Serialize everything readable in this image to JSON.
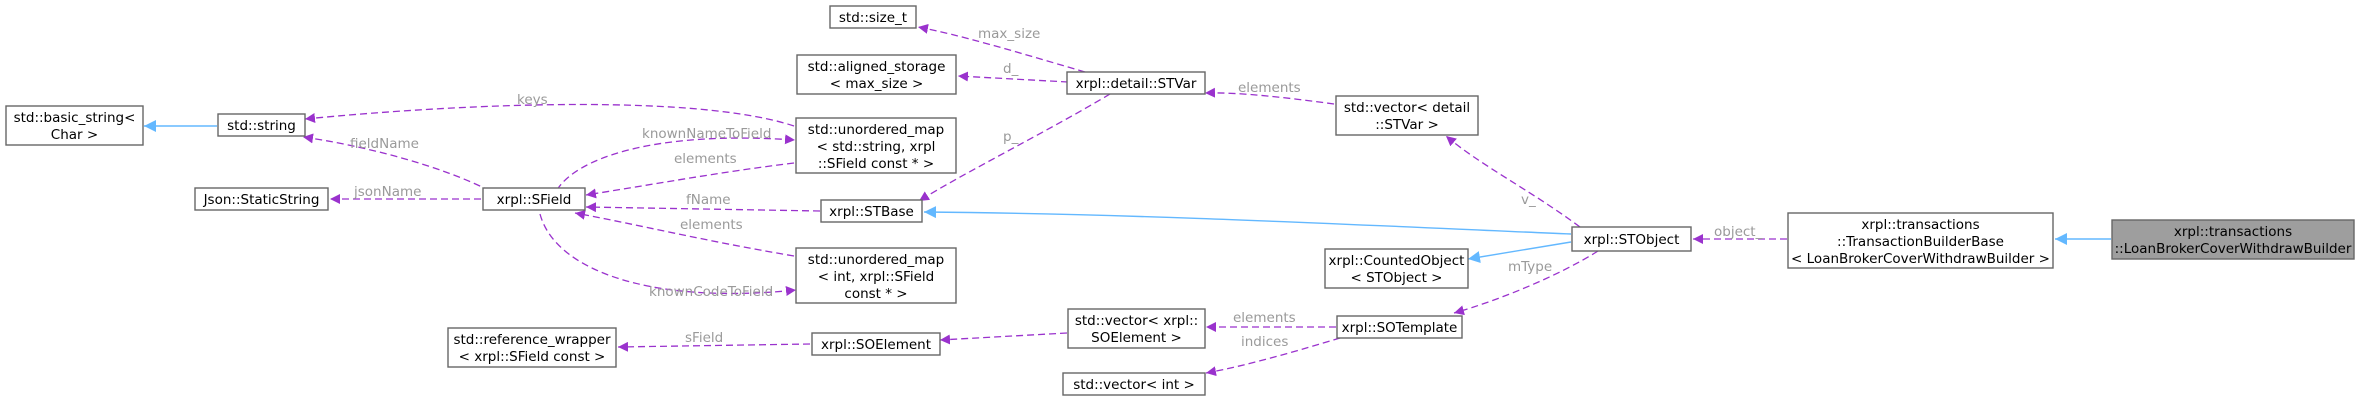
{
  "nodes": {
    "basic_string": [
      "std::basic_string<",
      "Char >"
    ],
    "string": [
      "std::string"
    ],
    "json_staticstring": [
      "Json::StaticString"
    ],
    "sfield": [
      "xrpl::SField"
    ],
    "ref_wrapper": [
      "std::reference_wrapper",
      "< xrpl::SField const >"
    ],
    "size_t": [
      "std::size_t"
    ],
    "aligned_storage": [
      "std::aligned_storage",
      "< max_size >"
    ],
    "umap_name": [
      "std::unordered_map",
      "< std::string, xrpl",
      "::SField const * >"
    ],
    "umap_code": [
      "std::unordered_map",
      "< int, xrpl::SField",
      "const * >"
    ],
    "stbase": [
      "xrpl::STBase"
    ],
    "soelement": [
      "xrpl::SOElement"
    ],
    "stvar": [
      "xrpl::detail::STVar"
    ],
    "vec_stvar": [
      "std::vector< detail",
      "::STVar >"
    ],
    "vec_soelement": [
      "std::vector< xrpl::",
      "SOElement >"
    ],
    "vec_int": [
      "std::vector< int >"
    ],
    "counted": [
      "xrpl::CountedObject",
      "< STObject >"
    ],
    "sotemplate": [
      "xrpl::SOTemplate"
    ],
    "stobject": [
      "xrpl::STObject"
    ],
    "txbase": [
      "xrpl::transactions",
      "::TransactionBuilderBase",
      "< LoanBrokerCoverWithdrawBuilder >"
    ],
    "builder": [
      "xrpl::transactions",
      "::LoanBrokerCoverWithdrawBuilder"
    ]
  },
  "edges": {
    "keys": "keys",
    "fieldName": "fieldName",
    "jsonName": "jsonName",
    "knownNameToField": "knownNameToField",
    "elements_umap_name": "elements",
    "fName": "fName",
    "elements_umap_code": "elements",
    "knownCodeToField": "knownCodeToField",
    "sField": "sField",
    "max_size": "max_size",
    "d_": "d_",
    "p_": "p_",
    "elements_stvar": "elements",
    "v_": "v_",
    "object_": "object_",
    "mType": "mType",
    "elements_soelement": "elements",
    "indices": "indices"
  },
  "colors": {
    "usage_edge": "#9a32cd",
    "inheritance_edge": "#63b8ff",
    "highlight_fill": "#9e9e9e",
    "edge_label": "#9a9a9a"
  }
}
